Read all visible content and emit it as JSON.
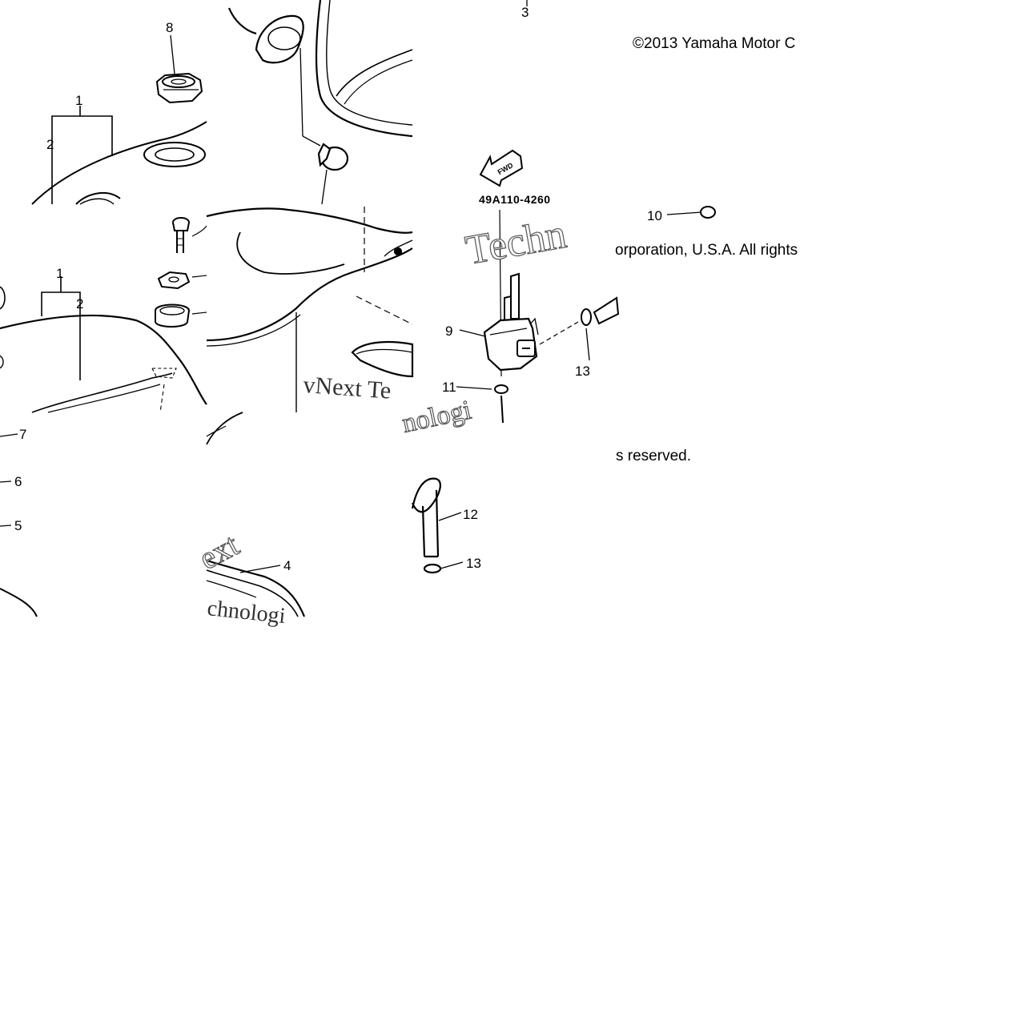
{
  "copyright": {
    "line1": "©2013 Yamaha Motor C",
    "line2": "orporation, U.S.A. All rights",
    "line3": "s reserved."
  },
  "drawing_code": "49A110-4260",
  "fwd_arrow": "FWD",
  "callouts": {
    "c1a": "1",
    "c2a": "2",
    "c1b": "1",
    "c2b": "2",
    "c3": "3",
    "c4": "4",
    "c5": "5",
    "c6": "6",
    "c7": "7",
    "c8": "8",
    "c9": "9",
    "c10": "10",
    "c11": "11",
    "c12": "12",
    "c13a": "13",
    "c13b": "13"
  },
  "watermarks": {
    "w1": "Techn",
    "w2": "vNext Te",
    "w3": "nologi",
    "w4": "ext",
    "w5": "chnologi"
  }
}
